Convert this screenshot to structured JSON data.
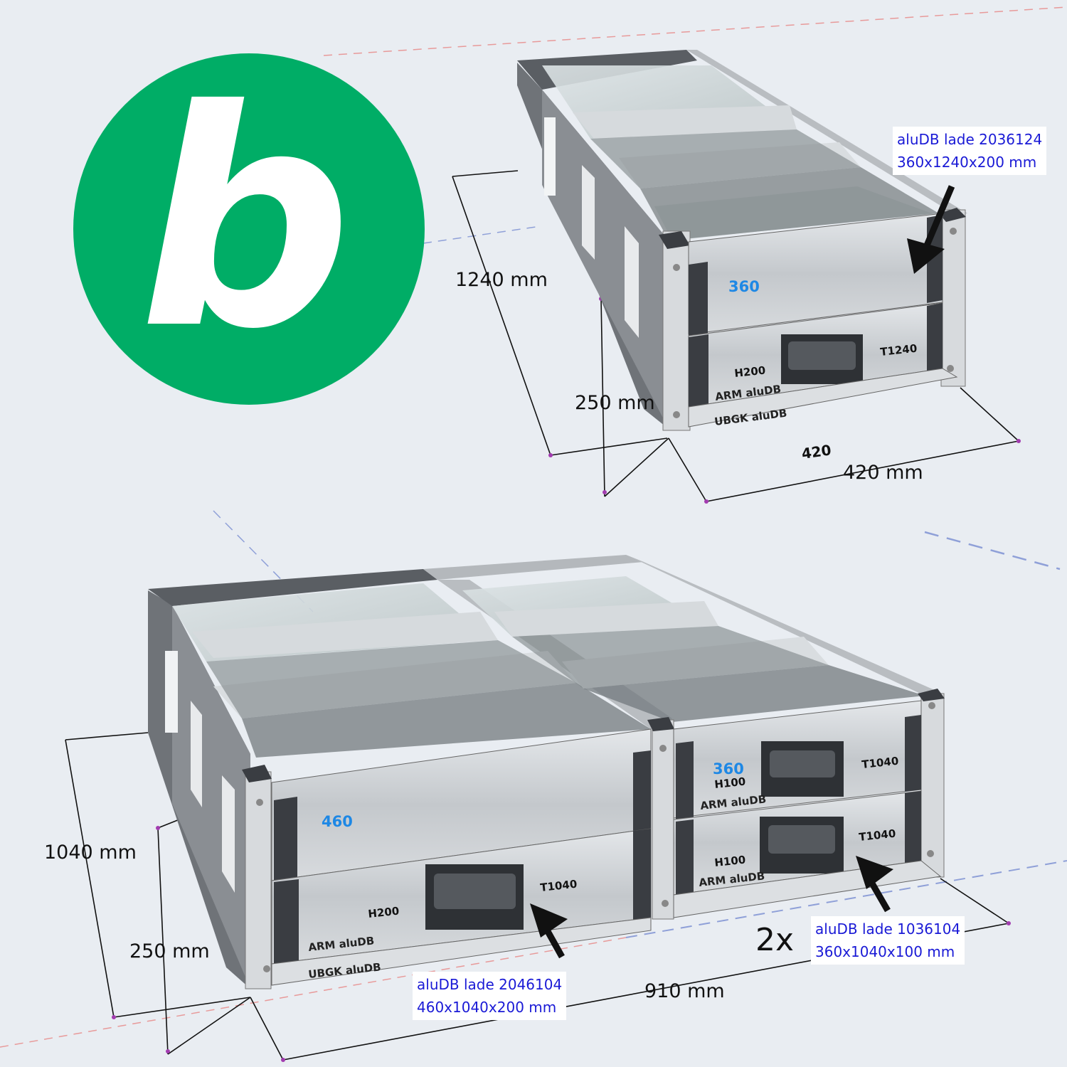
{
  "logo": {
    "letter": "b",
    "color": "#00ad66"
  },
  "top_unit": {
    "depth_label": "1240 mm",
    "height_label": "250 mm",
    "width_label": "420 mm",
    "width_small_label": "420",
    "drawer_width_label": "360",
    "drawer_height_code": "H200",
    "drawer_depth_code": "T1240",
    "arm_label": "ARM aluDB",
    "base_label": "UBGK aluDB",
    "callout": {
      "line1": "aluDB lade 2036124",
      "line2": "360x1240x200 mm"
    }
  },
  "bottom_unit": {
    "depth_label": "1040 mm",
    "height_label": "250 mm",
    "width_label": "910 mm",
    "left_drawer": {
      "width_label": "460",
      "height_code": "H200",
      "depth_code": "T1040",
      "arm_label": "ARM aluDB",
      "base_label": "UBGK aluDB"
    },
    "right_drawers": {
      "width_label": "360",
      "height_code": "H100",
      "depth_code": "T1040",
      "arm_label": "ARM aluDB"
    },
    "callout_left": {
      "line1": "aluDB lade 2046104",
      "line2": "460x1040x200 mm"
    },
    "callout_right": {
      "line1": "aluDB lade 1036104",
      "line2": "360x1040x100 mm"
    },
    "multiplier": "2x"
  },
  "colors": {
    "background": "#e9edf2",
    "aluminium": "#c9cdd1",
    "dark_frame": "#3a3d42",
    "callout_text": "#1a1ad6",
    "width_label": "#1e88e5"
  }
}
